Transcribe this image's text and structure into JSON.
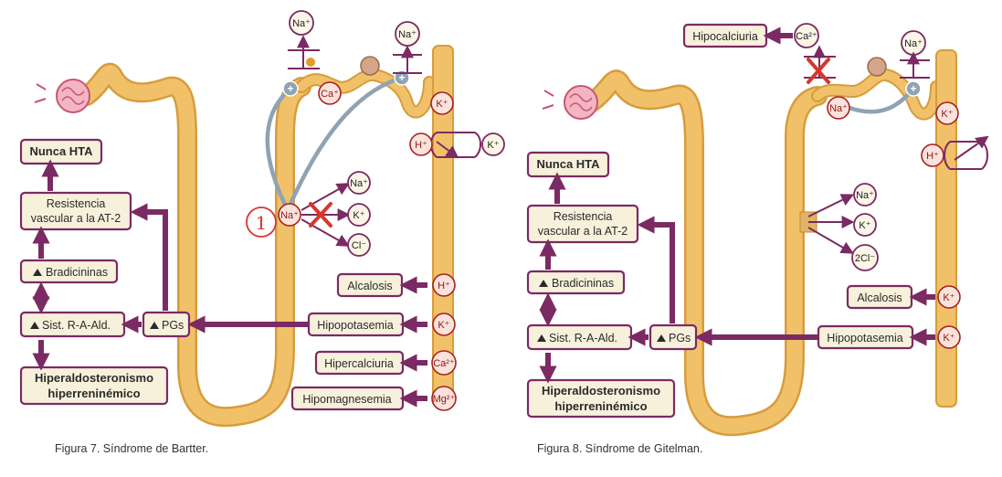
{
  "left": {
    "caption": "Figura 7. Síndrome de Bartter.",
    "annotation": "1",
    "boxes": {
      "nunca_hta": "Nunca HTA",
      "resistencia_1": "Resistencia",
      "resistencia_2": "vascular a la AT-2",
      "bradicininas": "Bradicininas",
      "sist": "Sist. R-A-Ald.",
      "pgs": "PGs",
      "hiperaldo_1": "Hiperaldosteronismo",
      "hiperaldo_2": "hiperreninémico",
      "alcalosis": "Alcalosis",
      "hipopotasemia": "Hipopotasemia",
      "hipercalciuria": "Hipercalciuria",
      "hipomagnesemia": "Hipomagnesemia"
    },
    "ions": {
      "na_top1": "Na⁺",
      "na_top2": "Na⁺",
      "ca_top": "Ca⁺",
      "k_top": "K⁺",
      "h_mid": "H⁺",
      "k_mid": "K⁺",
      "na_loop": "Na⁺",
      "na_out": "Na⁺",
      "k_out": "K⁺",
      "cl_out": "Cl⁻",
      "h_alc": "H⁺",
      "k_hipo": "K⁺",
      "ca_hiper": "Ca²⁺",
      "mg_hipo": "Mg²⁺"
    }
  },
  "right": {
    "caption": "Figura 8. Síndrome de Gitelman.",
    "boxes": {
      "hipocalciuria": "Hipocalciuria",
      "nunca_hta": "Nunca HTA",
      "resistencia_1": "Resistencia",
      "resistencia_2": "vascular a la AT-2",
      "bradicininas": "Bradicininas",
      "sist": "Sist. R-A-Ald.",
      "pgs": "PGs",
      "hiperaldo_1": "Hiperaldosteronismo",
      "hiperaldo_2": "hiperreninémico",
      "alcalosis": "Alcalosis",
      "hipopotasemia": "Hipopotasemia"
    },
    "ions": {
      "ca_top": "Ca²⁺",
      "na_top": "Na⁺",
      "na_left": "Na⁺",
      "k_top": "K⁺",
      "h_mid": "H⁺",
      "na_out": "Na⁺",
      "k_out": "K⁺",
      "cl_out": "2Cl⁻",
      "k_alc": "K⁺",
      "k_hipo": "K⁺"
    }
  },
  "colors": {
    "accent": "#7b2a63",
    "tube": "#f1c169",
    "box_fill": "#f7f1dc",
    "pipe": "#8ea3b3",
    "cross": "#d8362c"
  }
}
